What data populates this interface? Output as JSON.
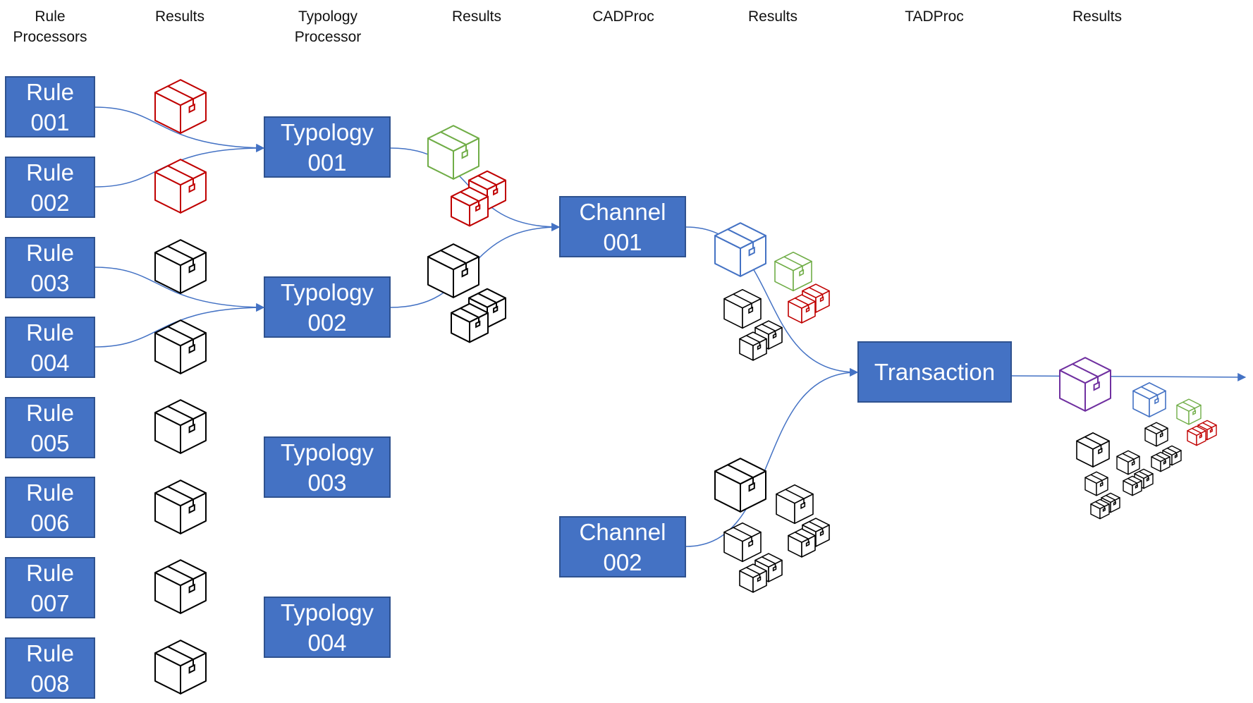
{
  "colors": {
    "node_fill": "#4472C4",
    "node_border": "#2F528F",
    "connector": "#4472C4",
    "box_red": "#C00000",
    "box_green": "#70AD47",
    "box_blue": "#4472C4",
    "box_purple": "#7030A0",
    "box_black": "#000000"
  },
  "icons": {
    "result": "package-box-icon",
    "arrowhead": "arrowhead-icon"
  },
  "headers": {
    "rule_processors": "Rule\nProcessors",
    "results_1": "Results",
    "typology_processor": "Typology\nProcessor",
    "results_2": "Results",
    "cadproc": "CADProc",
    "results_3": "Results",
    "tadproc": "TADProc",
    "results_4": "Results"
  },
  "rules": [
    {
      "line1": "Rule",
      "line2": "001"
    },
    {
      "line1": "Rule",
      "line2": "002"
    },
    {
      "line1": "Rule",
      "line2": "003"
    },
    {
      "line1": "Rule",
      "line2": "004"
    },
    {
      "line1": "Rule",
      "line2": "005"
    },
    {
      "line1": "Rule",
      "line2": "006"
    },
    {
      "line1": "Rule",
      "line2": "007"
    },
    {
      "line1": "Rule",
      "line2": "008"
    }
  ],
  "typologies": [
    {
      "line1": "Typology",
      "line2": "001"
    },
    {
      "line1": "Typology",
      "line2": "002"
    },
    {
      "line1": "Typology",
      "line2": "003"
    },
    {
      "line1": "Typology",
      "line2": "004"
    }
  ],
  "channels": [
    {
      "line1": "Channel",
      "line2": "001"
    },
    {
      "line1": "Channel",
      "line2": "002"
    }
  ],
  "transaction": {
    "label": "Transaction"
  }
}
